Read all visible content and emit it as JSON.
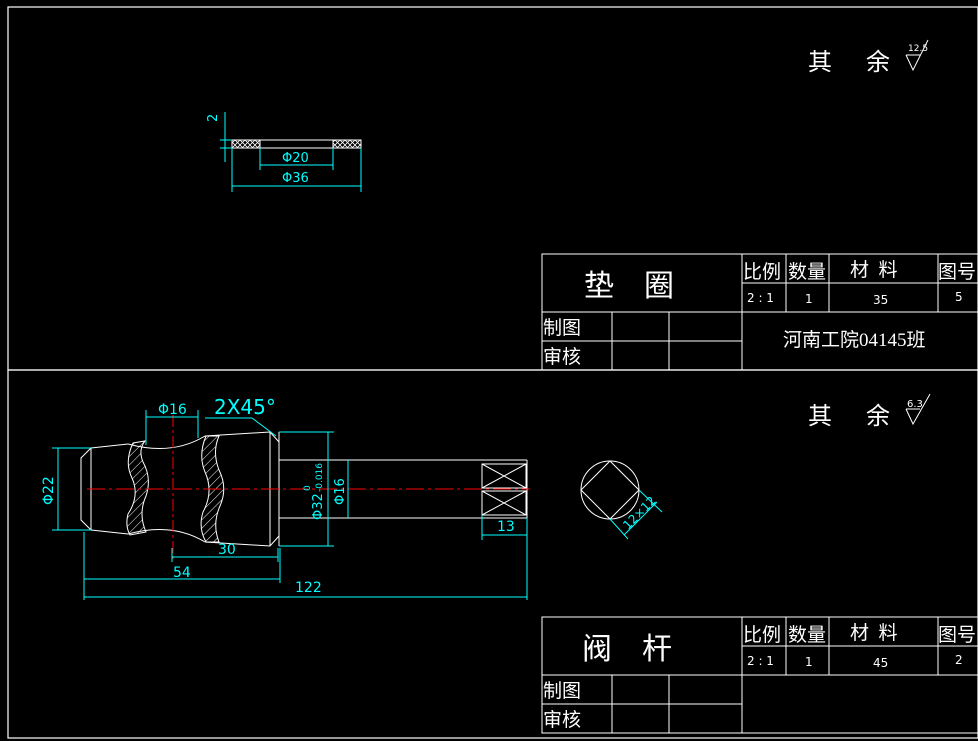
{
  "colors": {
    "background": "#000000",
    "outline": "#ffffff",
    "dimension": "#00ffff",
    "centerline": "#ff0000"
  },
  "sheet1": {
    "roughness_label": "其 余",
    "roughness_value": "12.5",
    "dims": {
      "thickness": "2",
      "inner_dia": "Φ20",
      "outer_dia": "Φ36"
    },
    "title_block": {
      "part_name": "垫    圈",
      "headers": {
        "scale": "比例",
        "qty": "数量",
        "material": "材  料",
        "drawing_no": "图号"
      },
      "values": {
        "scale": "2 : 1",
        "qty": "1",
        "material": "35",
        "drawing_no": "5"
      },
      "drawn_label": "制图",
      "checked_label": "审核",
      "school": "河南工院04145班"
    }
  },
  "sheet2": {
    "roughness_label": "其 余",
    "roughness_value": "6.3",
    "dims": {
      "neck_dia": "Φ16",
      "chamfer": "2X45°",
      "left_dia": "Φ22",
      "shoulder_dia": "Φ32",
      "shoulder_tol": "0\n-0.016",
      "stem_dia": "Φ16",
      "len_30": "30",
      "len_54": "54",
      "len_122": "122",
      "square_len": "13",
      "square_size": "12×12"
    },
    "title_block": {
      "part_name": "阀    杆",
      "headers": {
        "scale": "比例",
        "qty": "数量",
        "material": "材  料",
        "drawing_no": "图号"
      },
      "values": {
        "scale": "2 : 1",
        "qty": "1",
        "material": "45",
        "drawing_no": "2"
      },
      "drawn_label": "制图",
      "checked_label": "审核"
    }
  }
}
